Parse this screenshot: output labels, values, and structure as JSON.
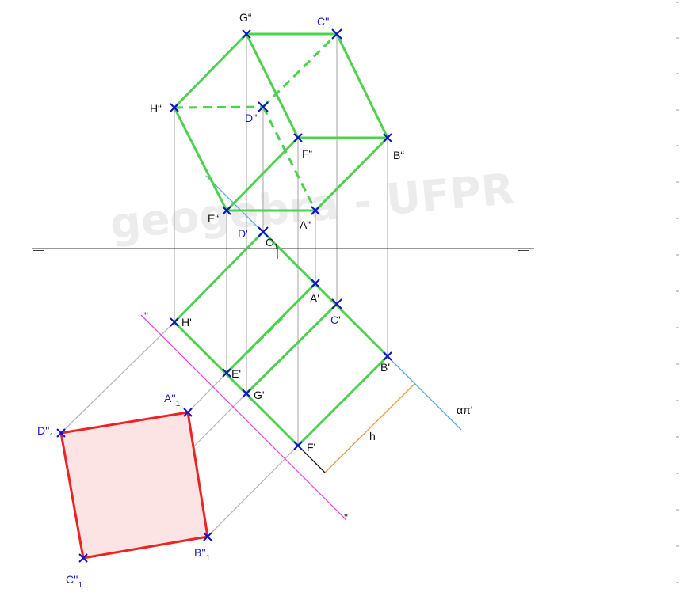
{
  "watermark": "geogebra - UFPR",
  "colors": {
    "green": "#4cd24c",
    "red": "#ee2222",
    "red_fill": "#fde4e4",
    "blue_marker": "#1010cc",
    "label_blue": "#1a1acc",
    "label_black": "#111111",
    "gray": "#b8b8b8",
    "cyan": "#55aadd",
    "magenta": "#ee44ee",
    "orange": "#f0a050",
    "axis": "#333333",
    "watermark": "#ececec"
  },
  "labels": {
    "G2": "G“",
    "C2": "C''",
    "H2": "H“",
    "D2": "D''",
    "F2": "F“",
    "B2": "B“",
    "E2": "E“",
    "A2": "A“",
    "D1": "D'",
    "C1": "C'",
    "A1": "A'",
    "H1": "H'",
    "E1": "E'",
    "G1": "G'",
    "B1": "B'",
    "F1": "F'",
    "alpha": "απ'",
    "h": "h",
    "O1": "O",
    "O1_sub": "1",
    "A21": "A''",
    "A21_sub": "1",
    "B21": "B''",
    "B21_sub": "1",
    "C21": "C''",
    "C21_sub": "1",
    "D21": "D''",
    "D21_sub": "1"
  },
  "axis_marks": {
    "left": "—",
    "right": "—",
    "top_tick": "\"",
    "bottom_tick": "\""
  }
}
